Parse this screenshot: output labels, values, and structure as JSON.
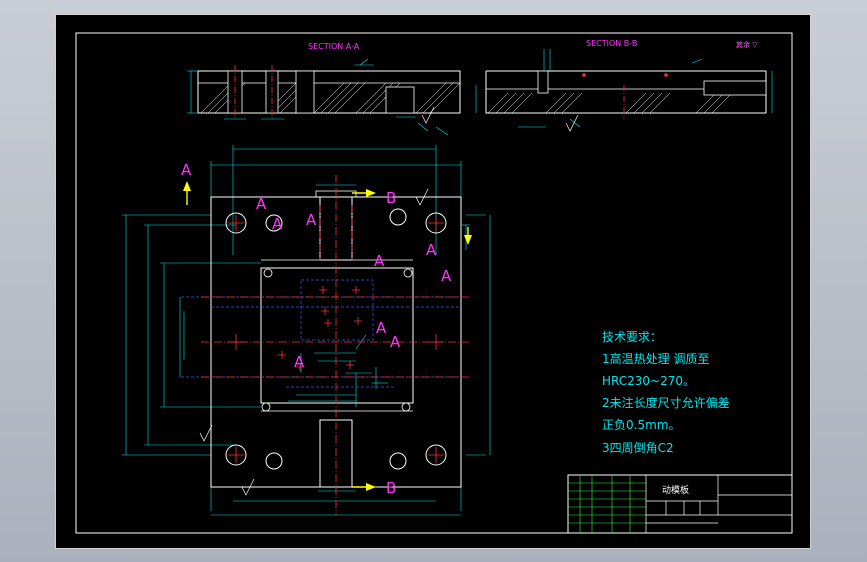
{
  "drawing": {
    "section_aa_title": "SECTION A-A",
    "section_bb_title": "SECTION B-B",
    "corner_note": "其余 ▽",
    "section_letters": {
      "a": "A",
      "b": "B"
    },
    "tech": {
      "heading": "技术要求：",
      "line1": "1高温热处理 调质至",
      "line2": "HRC230~270。",
      "line3": "2未注长度尺寸允许偏差",
      "line4": "正负0.5mm。",
      "line5": "3四周倒角C2"
    },
    "title_block": {
      "part_name": "动模板"
    },
    "colors": {
      "background": "#000000",
      "outline": "#ffffff",
      "dimension": "#00e5ee",
      "centerline": "#ff3030",
      "label": "#ff33ff",
      "marker": "#ffff00",
      "table": "#33ff33",
      "hidden": "#3a5cff"
    }
  }
}
